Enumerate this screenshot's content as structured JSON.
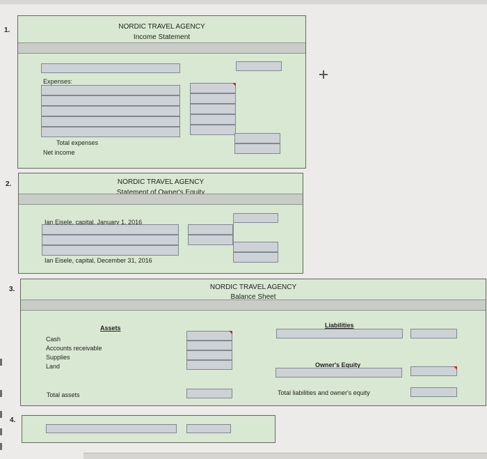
{
  "section1": {
    "number": "1.",
    "company": "NORDIC TRAVEL AGENCY",
    "statement": "Income Statement",
    "expenses_label": "Expenses:",
    "total_expenses_label": "Total expenses",
    "net_income_label": "Net income"
  },
  "section2": {
    "number": "2.",
    "company": "NORDIC TRAVEL AGENCY",
    "statement": "Statement of Owner's Equity",
    "capital_start_label": "Ian Eisele, capital, January 1, 2016",
    "capital_end_label": "Ian Eisele, capital, December 31, 2016"
  },
  "section3": {
    "number": "3.",
    "company": "NORDIC TRAVEL AGENCY",
    "statement": "Balance Sheet",
    "assets_heading": "Assets",
    "asset_items": [
      "Cash",
      "Accounts receivable",
      "Supplies",
      "Land"
    ],
    "total_assets_label": "Total assets",
    "liabilities_heading": "Liabilities",
    "owners_equity_heading": "Owner's Equity",
    "total_liab_equity_label": "Total liabilities and owner's equity"
  },
  "section4": {
    "number": "4."
  }
}
